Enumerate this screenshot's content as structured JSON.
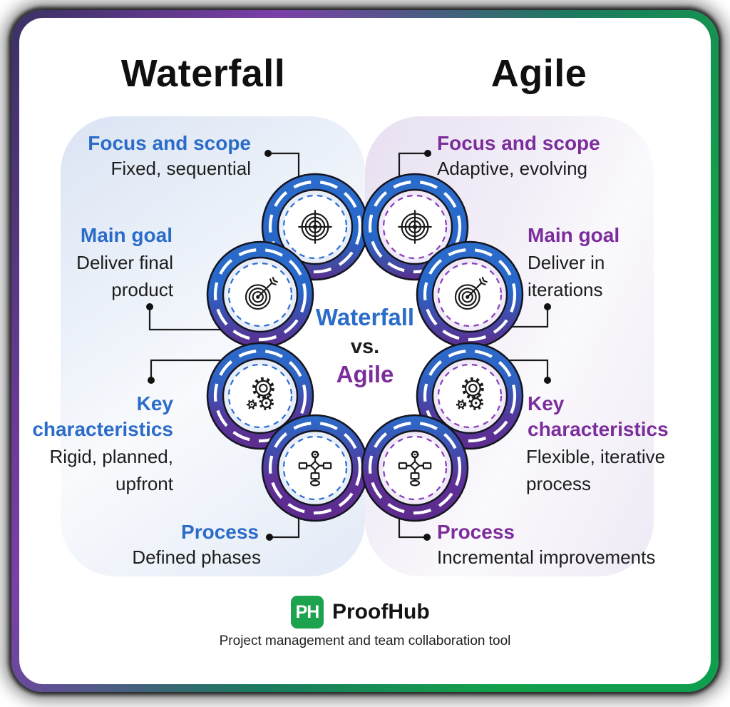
{
  "headings": {
    "left": "Waterfall",
    "right": "Agile"
  },
  "center": {
    "line1": "Waterfall",
    "line2": "vs.",
    "line3": "Agile"
  },
  "waterfall": {
    "accent_color": "#2b6cc9",
    "items": [
      {
        "title": "Focus and scope",
        "desc": "Fixed, sequential"
      },
      {
        "title": "Main goal",
        "desc": "Deliver final product"
      },
      {
        "title": "Key characteristics",
        "desc": "Rigid, planned, upfront"
      },
      {
        "title": "Process",
        "desc": "Defined phases"
      }
    ]
  },
  "agile": {
    "accent_color": "#7b2d9b",
    "items": [
      {
        "title": "Focus and scope",
        "desc": "Adaptive, evolving"
      },
      {
        "title": "Main goal",
        "desc": "Deliver in iterations"
      },
      {
        "title": "Key characteristics",
        "desc": "Flexible, iterative process"
      },
      {
        "title": "Process",
        "desc": "Incremental improvements"
      }
    ]
  },
  "icons": {
    "focus": "crosshair-target-icon",
    "goal": "dartboard-arrow-icon",
    "characteristics": "gears-icon",
    "process": "flowchart-icon"
  },
  "colors": {
    "ring_blue": "#2b6ccb",
    "ring_purple": "#5c2d90",
    "dash_blue": "#2e6fd0",
    "dash_purple": "#8a3ebc",
    "logo_green": "#1da24e",
    "border_gradient": [
      "#3a3162",
      "#7b3fa8",
      "#1b7a5e",
      "#12a04b"
    ]
  },
  "footer": {
    "logo_text": "PH",
    "brand": "ProofHub",
    "tagline": "Project management and team collaboration tool"
  }
}
